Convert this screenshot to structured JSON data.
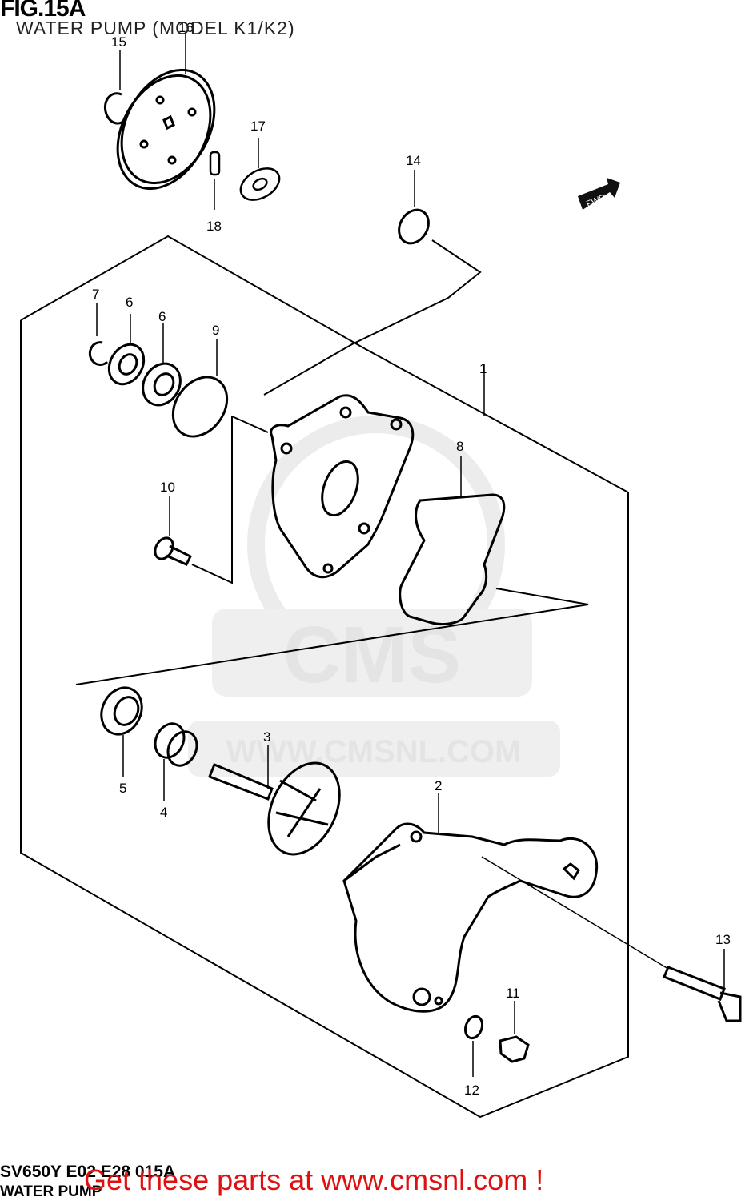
{
  "header": {
    "figure_label": "FIG.15A",
    "subtitle": "WATER PUMP (MODEL K1/K2)"
  },
  "footer": {
    "code": "SV650Y E02 E28 015A",
    "name": "WATER PUMP",
    "promo_link": "Get these parts at www.cmsnl.com !"
  },
  "watermark": {
    "brand": "CMS",
    "url": "WWW.CMSNL.COM"
  },
  "badges": {
    "forward": "FWD"
  },
  "callouts": {
    "c1": "1",
    "c2": "2",
    "c3": "3",
    "c4": "4",
    "c5": "5",
    "c6a": "6",
    "c6b": "6",
    "c7": "7",
    "c8": "8",
    "c9": "9",
    "c10": "10",
    "c11": "11",
    "c12": "12",
    "c13": "13",
    "c14": "14",
    "c15": "15",
    "c16": "16",
    "c17": "17",
    "c18": "18"
  },
  "colors": {
    "promo": "#e01010",
    "watermark": "#e4e4e4",
    "line": "#000000"
  }
}
